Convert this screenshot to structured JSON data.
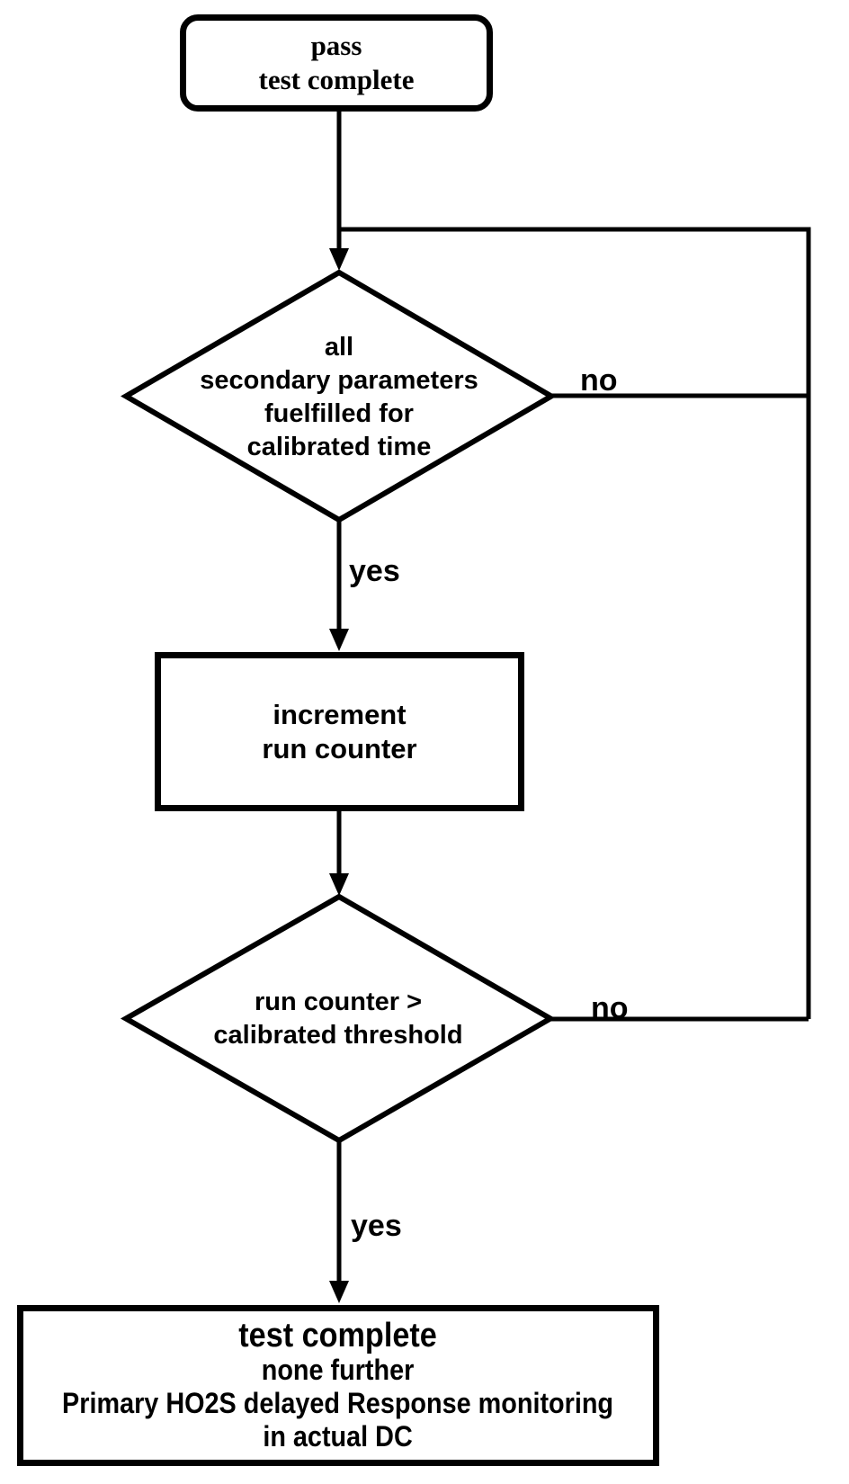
{
  "flowchart": {
    "background": "#ffffff",
    "line_color": "#000000",
    "nodes": {
      "start": {
        "shape": "rounded-rectangle",
        "lines": [
          "pass",
          "test complete"
        ]
      },
      "decision1": {
        "shape": "diamond",
        "lines": [
          "all",
          "secondary parameters",
          "fuelfilled for",
          "calibrated time"
        ]
      },
      "process1": {
        "shape": "rectangle",
        "lines": [
          "increment",
          "run counter"
        ]
      },
      "decision2": {
        "shape": "diamond",
        "lines": [
          "run counter >",
          "calibrated threshold"
        ]
      },
      "end": {
        "shape": "rectangle",
        "title": "test complete",
        "lines": [
          "none further",
          "Primary HO2S delayed Response monitoring",
          "in actual DC"
        ]
      }
    },
    "edge_labels": {
      "decision1_no": "no",
      "decision1_yes": "yes",
      "decision2_no": "no",
      "decision2_yes": "yes"
    }
  }
}
